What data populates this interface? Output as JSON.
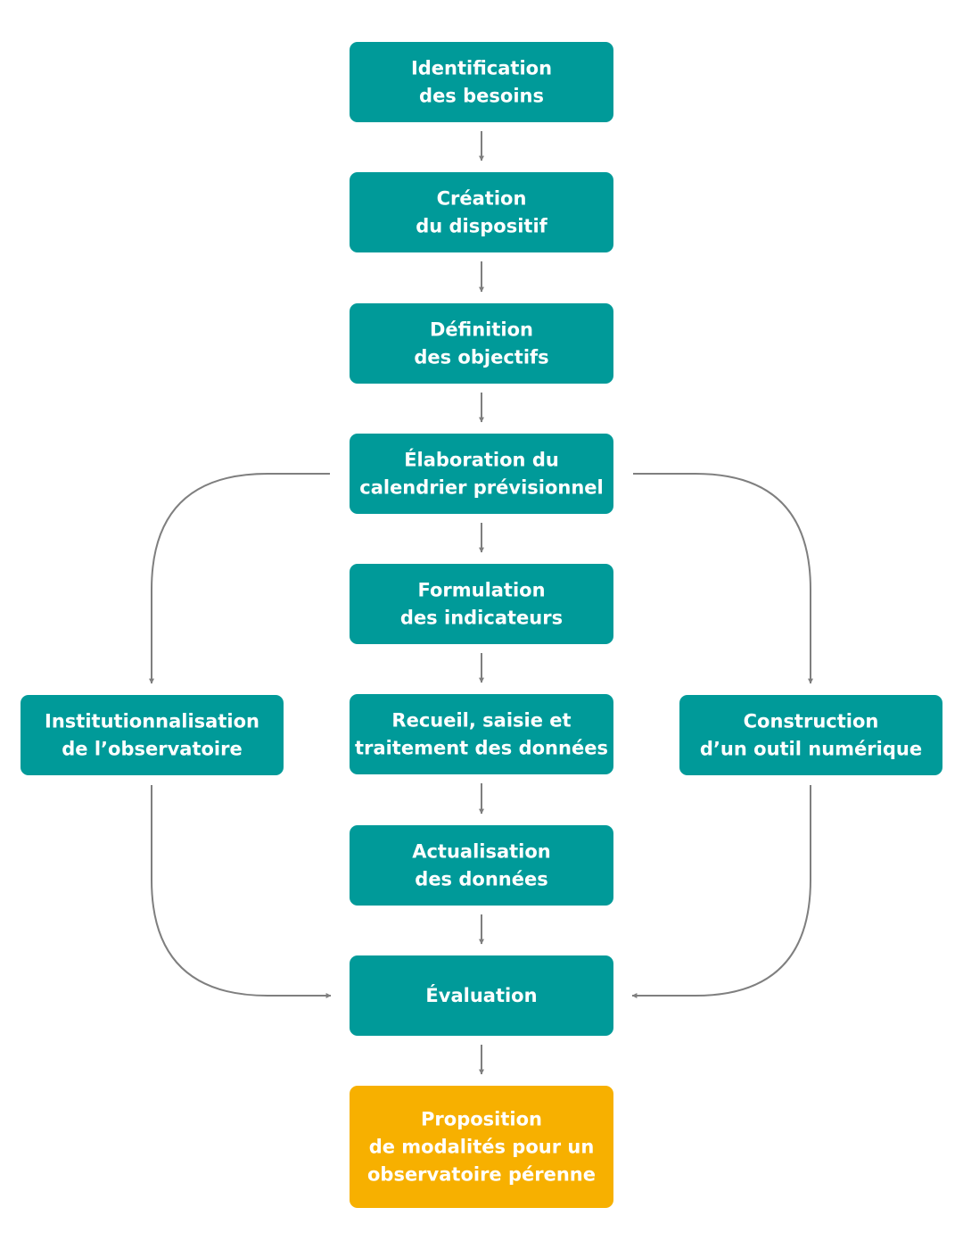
{
  "colors": {
    "primary": "#009a99",
    "final": "#f7b000",
    "connector": "#7f7f7f",
    "text": "#ffffff"
  },
  "nodes": [
    {
      "id": "identification",
      "lines": [
        "Identification",
        "des besoins"
      ],
      "style": "primary"
    },
    {
      "id": "creation",
      "lines": [
        "Création",
        "du dispositif"
      ],
      "style": "primary"
    },
    {
      "id": "definition",
      "lines": [
        "Définition",
        "des objectifs"
      ],
      "style": "primary"
    },
    {
      "id": "elaboration",
      "lines": [
        "Élaboration du",
        "calendrier prévisionnel"
      ],
      "style": "primary"
    },
    {
      "id": "formulation",
      "lines": [
        "Formulation",
        "des indicateurs"
      ],
      "style": "primary"
    },
    {
      "id": "recueil",
      "lines": [
        "Recueil, saisie et",
        "traitement des données"
      ],
      "style": "primary"
    },
    {
      "id": "actualisation",
      "lines": [
        "Actualisation",
        "des données"
      ],
      "style": "primary"
    },
    {
      "id": "evaluation",
      "lines": [
        "Évaluation"
      ],
      "style": "primary"
    },
    {
      "id": "proposition",
      "lines": [
        "Proposition",
        "de modalités pour un",
        "observatoire pérenne"
      ],
      "style": "final"
    },
    {
      "id": "institutionnalisation",
      "lines": [
        "Institutionnalisation",
        "de l’observatoire"
      ],
      "style": "primary"
    },
    {
      "id": "construction",
      "lines": [
        "Construction",
        "d’un outil numérique"
      ],
      "style": "primary"
    }
  ],
  "edges": [
    {
      "from": "identification",
      "to": "creation"
    },
    {
      "from": "creation",
      "to": "definition"
    },
    {
      "from": "definition",
      "to": "elaboration"
    },
    {
      "from": "elaboration",
      "to": "formulation"
    },
    {
      "from": "formulation",
      "to": "recueil"
    },
    {
      "from": "recueil",
      "to": "actualisation"
    },
    {
      "from": "actualisation",
      "to": "evaluation"
    },
    {
      "from": "evaluation",
      "to": "proposition"
    },
    {
      "from": "elaboration",
      "to": "institutionnalisation"
    },
    {
      "from": "elaboration",
      "to": "construction"
    },
    {
      "from": "institutionnalisation",
      "to": "evaluation"
    },
    {
      "from": "construction",
      "to": "evaluation"
    }
  ]
}
